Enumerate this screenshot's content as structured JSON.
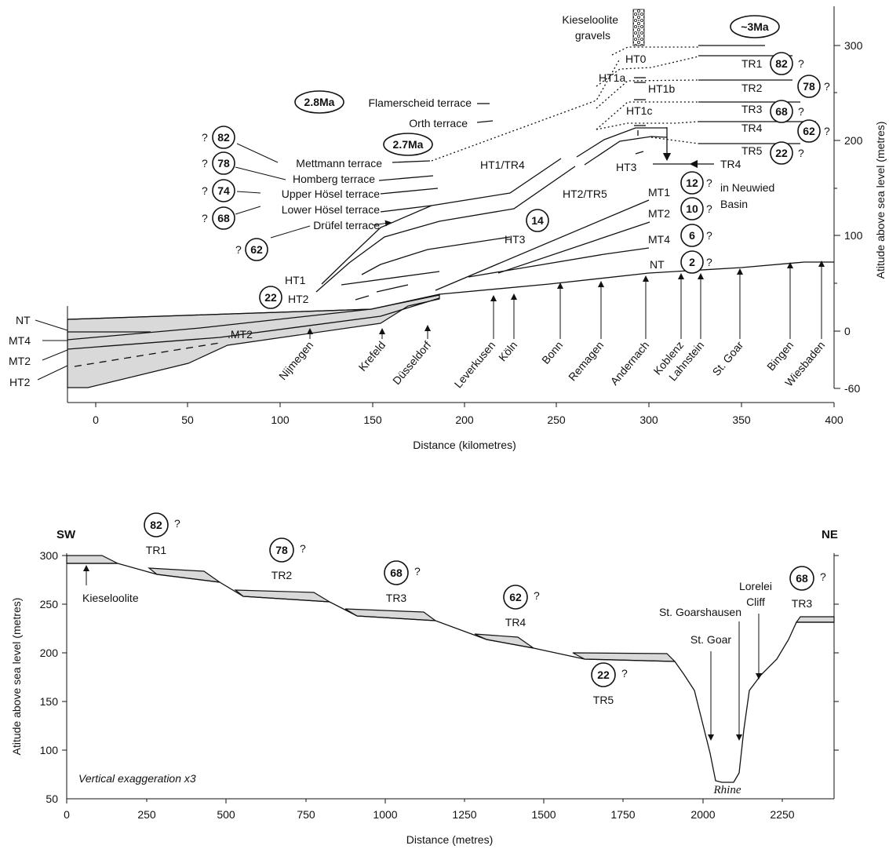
{
  "top_panel": {
    "x_axis": {
      "title": "Distance (kilometres)",
      "ticks": [
        "0",
        "50",
        "100",
        "150",
        "200",
        "250",
        "300",
        "350",
        "400"
      ]
    },
    "y_axis": {
      "title": "Atitude above sea level (metres)",
      "ticks": [
        "300",
        "200",
        "100",
        "0",
        "-60"
      ]
    },
    "ages": [
      "~3Ma",
      "2.8Ma",
      "2.7Ma"
    ],
    "kieseloolite": [
      "Kieseloolite",
      "gravels"
    ],
    "terrace_names": [
      "Flamerscheid terrace",
      "Orth terrace",
      "Mettmann terrace",
      "Homberg terrace",
      "Upper Hösel terrace",
      "Lower Hösel terrace",
      "Drüfel terrace"
    ],
    "left_circles": [
      "82",
      "78",
      "74",
      "68",
      "62"
    ],
    "upstream_labels": [
      "HT0",
      "HT1a",
      "HT1b",
      "HT1c",
      "HT3"
    ],
    "tr_labels": [
      "TR1",
      "TR2",
      "TR3",
      "TR4",
      "TR5"
    ],
    "tr_circles": [
      "82",
      "78",
      "68",
      "62",
      "22"
    ],
    "tr4_note": [
      "TR4",
      "in Neuwied",
      "Basin"
    ],
    "profile_labels": [
      "HT1/TR4",
      "HT2/TR5",
      "HT3",
      "MT1",
      "MT2",
      "MT4",
      "NT",
      "HT1",
      "HT2",
      ".MT2"
    ],
    "profile_circles": [
      "14",
      "12",
      "10",
      "6",
      "2",
      "22"
    ],
    "left_edge_labels": [
      "NT",
      "MT4",
      "MT2",
      "HT2"
    ],
    "question": "?",
    "towns": [
      "Nijmegen",
      "Krefeld",
      "Düsseldorf",
      "Leverkusen",
      "Köln",
      "Bonn",
      "Remagen",
      "Andernach",
      "Koblenz",
      "Lahnstein",
      "St. Goar",
      "Bingen",
      "Wiesbaden"
    ]
  },
  "bottom_panel": {
    "x_axis": {
      "title": "Distance (metres)",
      "ticks": [
        "0",
        "250",
        "500",
        "750",
        "1000",
        "1250",
        "1500",
        "1750",
        "2000",
        "2250"
      ]
    },
    "y_axis": {
      "title": "Atitude above sea level (metres)",
      "ticks": [
        "300",
        "250",
        "200",
        "150",
        "100",
        "50"
      ]
    },
    "sw": "SW",
    "ne": "NE",
    "terraces": [
      {
        "label": "TR1",
        "circle": "82"
      },
      {
        "label": "TR2",
        "circle": "78"
      },
      {
        "label": "TR3",
        "circle": "68"
      },
      {
        "label": "TR4",
        "circle": "62"
      },
      {
        "label": "TR5",
        "circle": "22"
      },
      {
        "label": "TR3",
        "circle": "68"
      }
    ],
    "question": "?",
    "kieseloolite": "Kieseloolite",
    "st_goarshausen": "St. Goarshausen",
    "st_goar": "St. Goar",
    "lorelei": [
      "Lorelei",
      "Cliff"
    ],
    "exaggeration": "Vertical exaggeration x3",
    "river": "Rhine"
  }
}
